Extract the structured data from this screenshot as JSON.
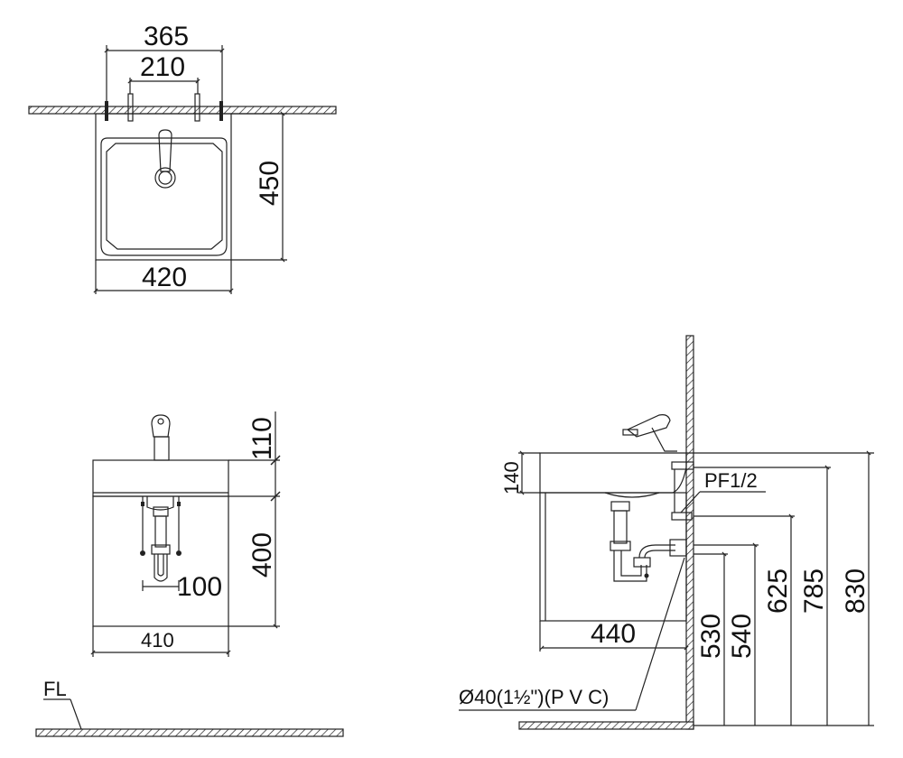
{
  "top_view": {
    "dim_365": "365",
    "dim_210": "210",
    "dim_450": "450",
    "dim_420": "420"
  },
  "front_view": {
    "dim_110": "110",
    "dim_400": "400",
    "dim_100": "100",
    "dim_410": "410",
    "floor_label": "FL"
  },
  "side_view": {
    "dim_140": "140",
    "label_pf": "PF1/2",
    "dim_440": "440",
    "dim_530": "530",
    "dim_540": "540",
    "dim_625": "625",
    "dim_785": "785",
    "dim_830": "830",
    "label_drain": "Ø40(1½\")(P V C)"
  }
}
